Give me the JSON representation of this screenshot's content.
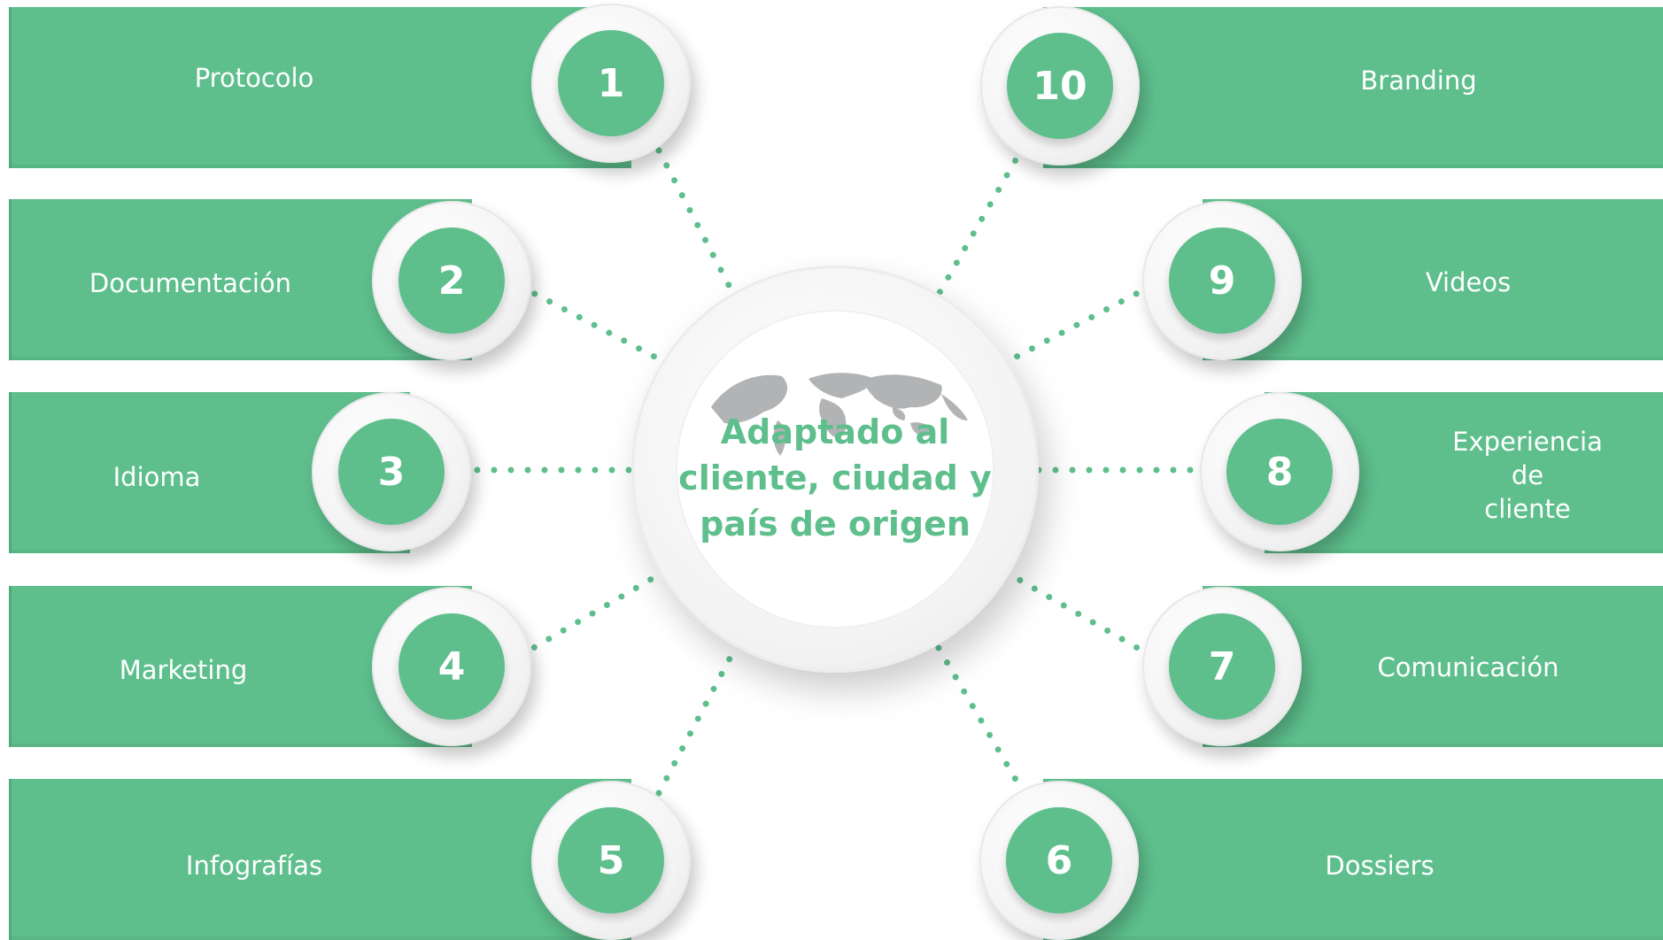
{
  "center": {
    "text": "Adaptado al\ncliente, ciudad y\npaís de origen"
  },
  "items": [
    {
      "number": "1",
      "label": "Protocolo"
    },
    {
      "number": "2",
      "label": "Documentación"
    },
    {
      "number": "3",
      "label": "Idioma"
    },
    {
      "number": "4",
      "label": "Marketing"
    },
    {
      "number": "5",
      "label": "Infografías"
    },
    {
      "number": "6",
      "label": "Dossiers"
    },
    {
      "number": "7",
      "label": "Comunicación"
    },
    {
      "number": "8",
      "label": "Experiencia de\ncliente"
    },
    {
      "number": "9",
      "label": "Videos"
    },
    {
      "number": "10",
      "label": "Branding"
    }
  ],
  "colors": {
    "accent": "#5ebf8d",
    "connector": "#5ebf8d"
  },
  "icons": {
    "hub": "world-map-icon"
  }
}
